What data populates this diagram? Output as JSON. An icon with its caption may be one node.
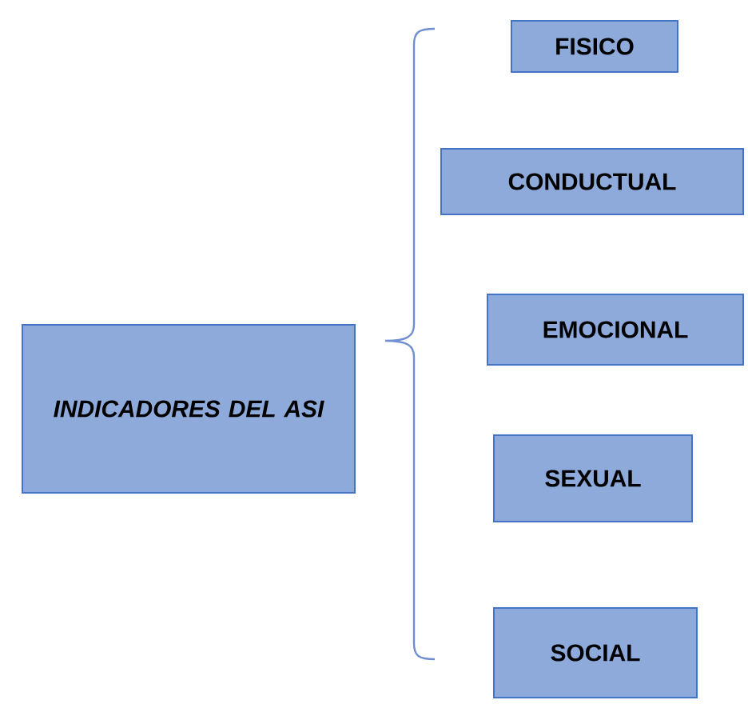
{
  "diagram": {
    "nodes": [
      {
        "text": [
          "INDICADORES DEL ASI"
        ]
      },
      {
        "text": [
          "FISICO"
        ]
      },
      {
        "text": [
          "CONDUCTUAL"
        ]
      },
      {
        "text": [
          "EMOCIONAL"
        ]
      },
      {
        "text": [
          "SEXUAL"
        ]
      },
      {
        "text": [
          "SOCIAL"
        ]
      }
    ]
  }
}
